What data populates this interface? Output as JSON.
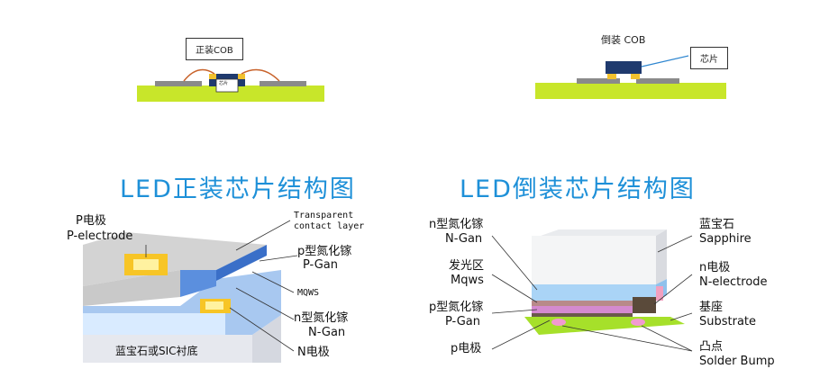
{
  "top": {
    "face_up_label": "正装COB",
    "flip_label": "倒装 COB",
    "chip_label": "芯片",
    "small_chip_label": "芯片"
  },
  "face_up": {
    "title": "LED正装芯片结构图",
    "labels": {
      "p_electrode_cn": "P电极",
      "p_electrode_en": "P-electrode",
      "tcl_1": "Transparent",
      "tcl_2": "contact layer",
      "pgan_cn": "p型氮化镓",
      "pgan_en": "P-Gan",
      "mqws": "MQWS",
      "ngan_cn": "n型氮化镓",
      "ngan_en": "N-Gan",
      "n_electrode": "N电极",
      "substrate": "蓝宝石或SIC衬底"
    }
  },
  "flip": {
    "title": "LED倒装芯片结构图",
    "labels": {
      "ngan_cn": "n型氮化镓",
      "ngan_en": "N-Gan",
      "mqws_cn": "发光区",
      "mqws_en": "Mqws",
      "pgan_cn": "p型氮化镓",
      "pgan_en": "P-Gan",
      "p_electrode_cn": "p电极",
      "sapphire_cn": "蓝宝石",
      "sapphire_en": "Sapphire",
      "n_electrode_cn": "n电极",
      "n_electrode_en": "N-electrode",
      "base_cn": "基座",
      "base_en": "Substrate",
      "bump_cn": "凸点",
      "bump_en": "Solder Bump"
    }
  },
  "colors": {
    "title_blue": "#1e90d8",
    "green_base": "#c8e62a",
    "chip_navy": "#1f3a6e",
    "gold": "#f2c12e",
    "wire_orange": "#c8622a"
  }
}
